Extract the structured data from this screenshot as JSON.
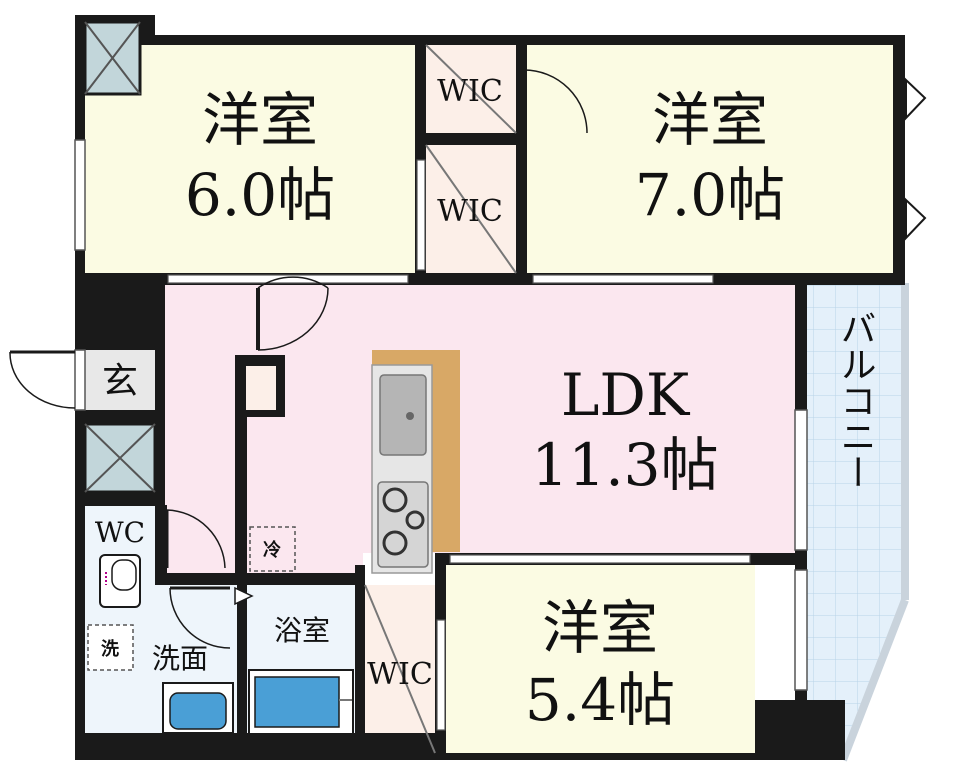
{
  "rooms": {
    "bed_tl": {
      "name": "洋室",
      "size": "6.0帖"
    },
    "bed_tr": {
      "name": "洋室",
      "size": "7.0帖"
    },
    "ldk": {
      "name": "LDK",
      "size": "11.3帖"
    },
    "bed_br": {
      "name": "洋室",
      "size": "5.4帖"
    },
    "wic_1": "WIC",
    "wic_2": "WIC",
    "wic_3": "WIC",
    "entrance": "玄",
    "wc": "WC",
    "washroom": "洗面",
    "washer": "洗",
    "bath": "浴室",
    "fridge": "冷",
    "balcony": "バルコニー"
  },
  "colors": {
    "wall": "#1a1a1a",
    "bedroom": "#fbfbe3",
    "ldk": "#fbe7ef",
    "wet_area": "#eef5fb",
    "wic": "#fcefe8",
    "balcony_tile": "#e4f0fa",
    "counter_wood": "#d8a866",
    "bathtub": "#4a9fd6"
  }
}
